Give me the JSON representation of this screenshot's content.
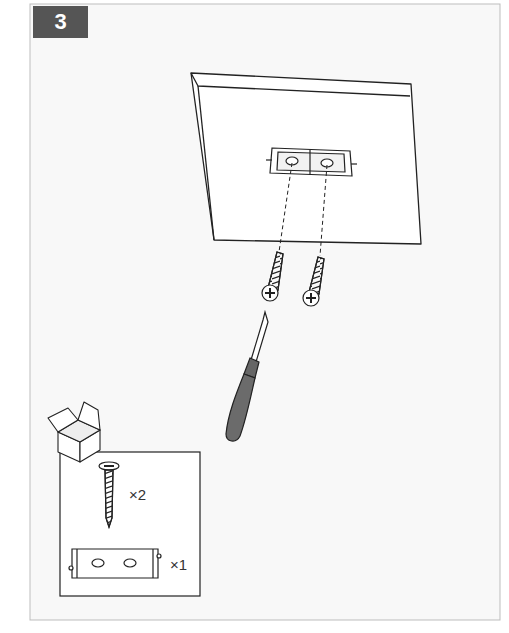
{
  "diagram": {
    "labels": [
      "3",
      "×2",
      "×1"
    ]
  }
}
